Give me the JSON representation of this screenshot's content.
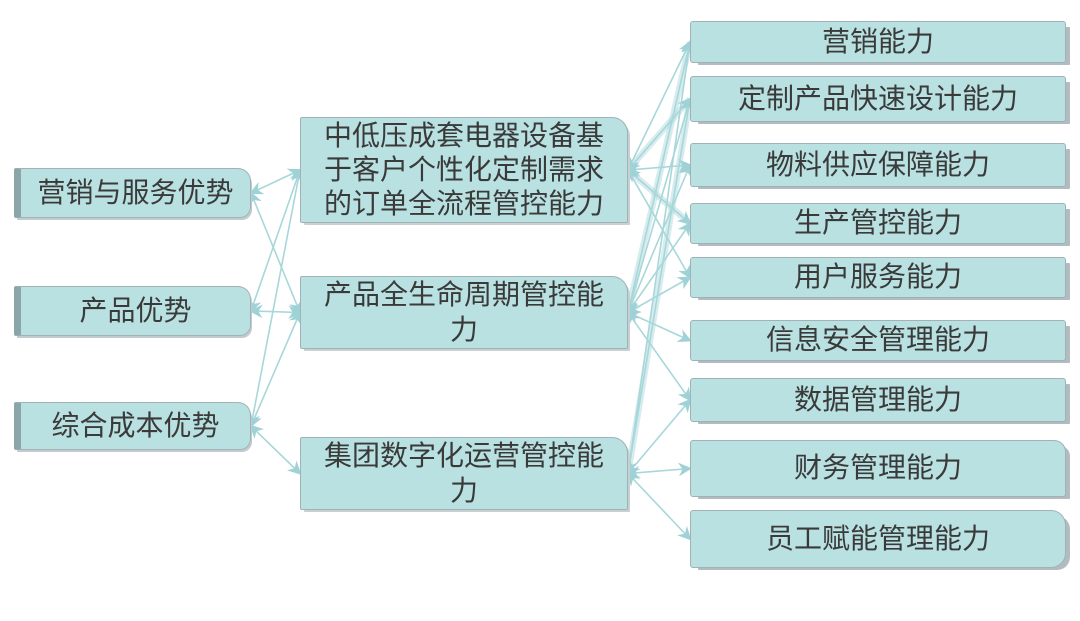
{
  "figure": {
    "type": "capability-map-diagram",
    "background": "#ffffff",
    "description": "Three-column diagram linking competitive advantages (left), core management-control capabilities (middle), and detailed capabilities (right) with double-headed arrows"
  },
  "colors": {
    "node_fill": "#b9e1e1",
    "node_border": "#9fb3b6",
    "left_accent_bar": "#8aa6a8",
    "shadow_gray": "#b2bcc0",
    "connector": "#a8d7da",
    "arrowhead": "#9fd2d6",
    "text": "#3a3a3a"
  },
  "nodes": {
    "left": [
      {
        "id": "L1",
        "label": "营销与服务优势"
      },
      {
        "id": "L2",
        "label": "产品优势"
      },
      {
        "id": "L3",
        "label": "综合成本优势"
      }
    ],
    "middle": [
      {
        "id": "M1",
        "label": "中低压成套电器设备基于客户个性化定制需求的订单全流程管控能力"
      },
      {
        "id": "M2",
        "label": "产品全生命周期管控能力"
      },
      {
        "id": "M3",
        "label": "集团数字化运营管控能力"
      }
    ],
    "right": [
      {
        "id": "R1",
        "label": "营销能力"
      },
      {
        "id": "R2",
        "label": "定制产品快速设计能力"
      },
      {
        "id": "R3",
        "label": "物料供应保障能力"
      },
      {
        "id": "R4",
        "label": "生产管控能力"
      },
      {
        "id": "R5",
        "label": "用户服务能力"
      },
      {
        "id": "R6",
        "label": "信息安全管理能力"
      },
      {
        "id": "R7",
        "label": "数据管理能力"
      },
      {
        "id": "R8",
        "label": "财务管理能力"
      },
      {
        "id": "R9",
        "label": "员工赋能管理能力"
      }
    ]
  },
  "connections": [
    {
      "from": "M1",
      "to": "L1",
      "style": "thin"
    },
    {
      "from": "M1",
      "to": "L2",
      "style": "thin"
    },
    {
      "from": "M1",
      "to": "L3",
      "style": "thin"
    },
    {
      "from": "M2",
      "to": "L1",
      "style": "thin"
    },
    {
      "from": "M2",
      "to": "L2",
      "style": "thin"
    },
    {
      "from": "M2",
      "to": "L3",
      "style": "thin"
    },
    {
      "from": "M3",
      "to": "L3",
      "style": "thin"
    },
    {
      "from": "M1",
      "to": "R1",
      "style": "thin"
    },
    {
      "from": "M1",
      "to": "R2",
      "style": "thick"
    },
    {
      "from": "M1",
      "to": "R3",
      "style": "thin"
    },
    {
      "from": "M1",
      "to": "R4",
      "style": "thick"
    },
    {
      "from": "M1",
      "to": "R5",
      "style": "thin"
    },
    {
      "from": "M2",
      "to": "R1",
      "style": "thick"
    },
    {
      "from": "M2",
      "to": "R2",
      "style": "thin"
    },
    {
      "from": "M2",
      "to": "R3",
      "style": "thin"
    },
    {
      "from": "M2",
      "to": "R4",
      "style": "thin"
    },
    {
      "from": "M2",
      "to": "R5",
      "style": "thin"
    },
    {
      "from": "M2",
      "to": "R6",
      "style": "thin"
    },
    {
      "from": "M2",
      "to": "R7",
      "style": "thin"
    },
    {
      "from": "M3",
      "to": "R1",
      "style": "thin"
    },
    {
      "from": "M3",
      "to": "R2",
      "style": "thick"
    },
    {
      "from": "M3",
      "to": "R7",
      "style": "thin"
    },
    {
      "from": "M3",
      "to": "R8",
      "style": "thin"
    },
    {
      "from": "M3",
      "to": "R9",
      "style": "thin"
    }
  ]
}
